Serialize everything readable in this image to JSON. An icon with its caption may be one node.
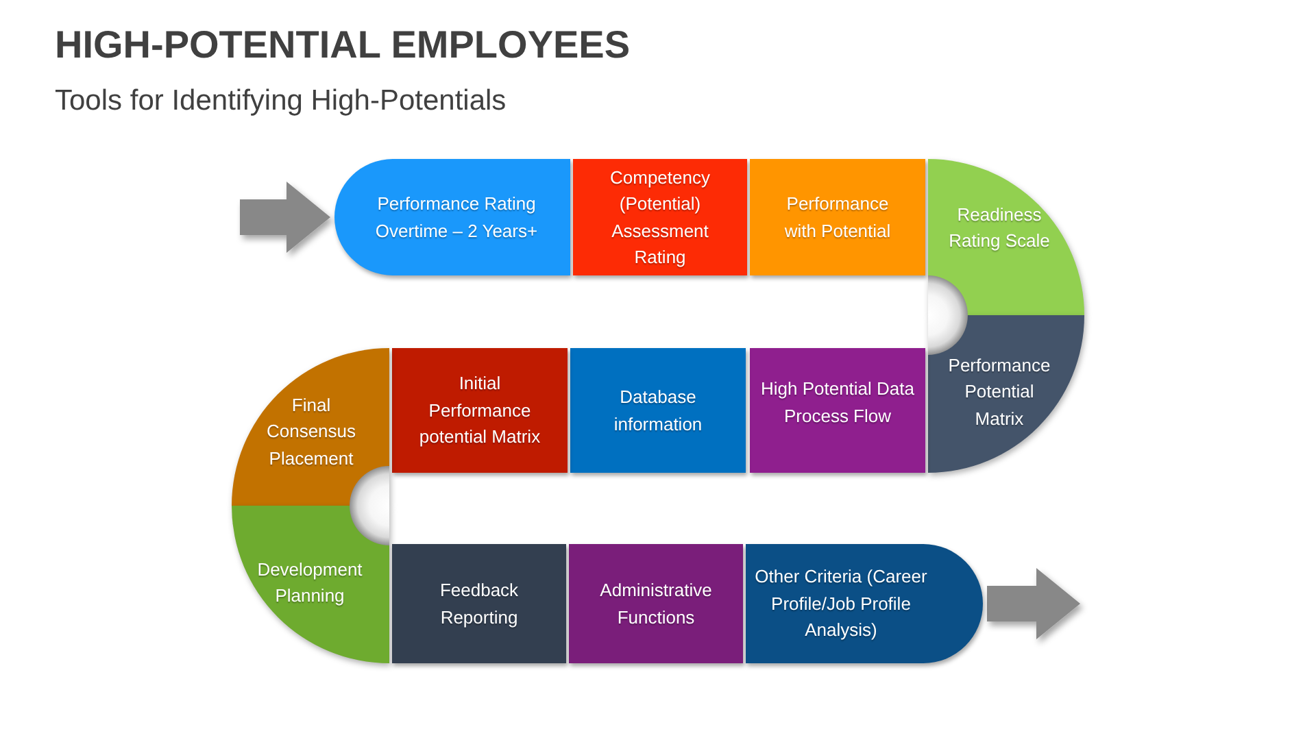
{
  "diagram": {
    "title": "HIGH-POTENTIAL EMPLOYEES",
    "nodes": [
      {
        "text": [
          "Performance Rating Overtime – 2 Years+"
        ]
      },
      {
        "text": [
          "Competency (Potential) Assessment Rating"
        ]
      },
      {
        "text": [
          "Performance with Potential"
        ]
      },
      {
        "text": [
          "Readiness Rating Scale"
        ]
      },
      {
        "text": [
          "Performance Potential Matrix"
        ]
      },
      {
        "text": [
          "High Potential Data Process Flow"
        ]
      },
      {
        "text": [
          "Database information"
        ]
      },
      {
        "text": [
          "Initial Performance potential Matrix"
        ]
      },
      {
        "text": [
          "Final Consensus Placement"
        ]
      },
      {
        "text": [
          "Development Planning"
        ]
      },
      {
        "text": [
          "Feedback Reporting"
        ]
      },
      {
        "text": [
          "Administrative Functions"
        ]
      },
      {
        "text": [
          "Other Criteria (Career Profile/Job Profile Analysis)"
        ]
      }
    ],
    "edges": [
      {
        "from": null,
        "to": 0,
        "arrow": "to"
      },
      {
        "from": 12,
        "to": null,
        "arrow": "to"
      }
    ],
    "labels": [
      "Tools for Identifying High-Potentials"
    ]
  }
}
